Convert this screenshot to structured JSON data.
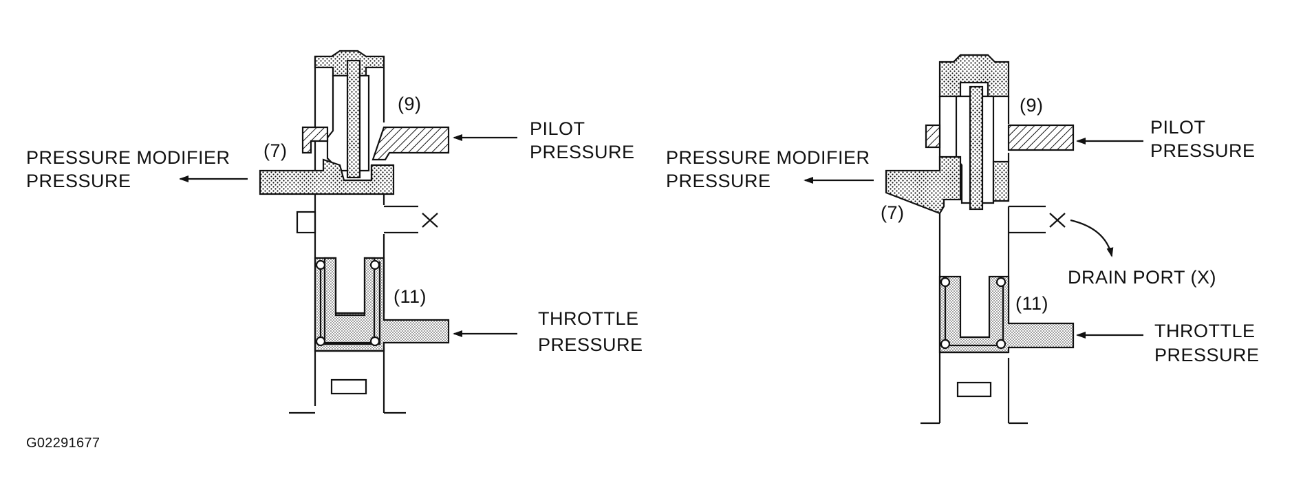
{
  "figure_code": "G02291677",
  "left_view": {
    "pilot_pressure": [
      "PILOT",
      "PRESSURE"
    ],
    "pressure_modifier": [
      "PRESSURE MODIFIER",
      "PRESSURE"
    ],
    "throttle_pressure": [
      "THROTTLE",
      "PRESSURE"
    ],
    "callouts": {
      "c7": "(7)",
      "c9": "(9)",
      "c11": "(11)"
    }
  },
  "right_view": {
    "pilot_pressure": [
      "PILOT",
      "PRESSURE"
    ],
    "pressure_modifier": [
      "PRESSURE MODIFIER",
      "PRESSURE"
    ],
    "throttle_pressure": [
      "THROTTLE",
      "PRESSURE"
    ],
    "drain_port": "DRAIN PORT (X)",
    "callouts": {
      "c7": "(7)",
      "c9": "(9)",
      "c11": "(11)"
    }
  }
}
